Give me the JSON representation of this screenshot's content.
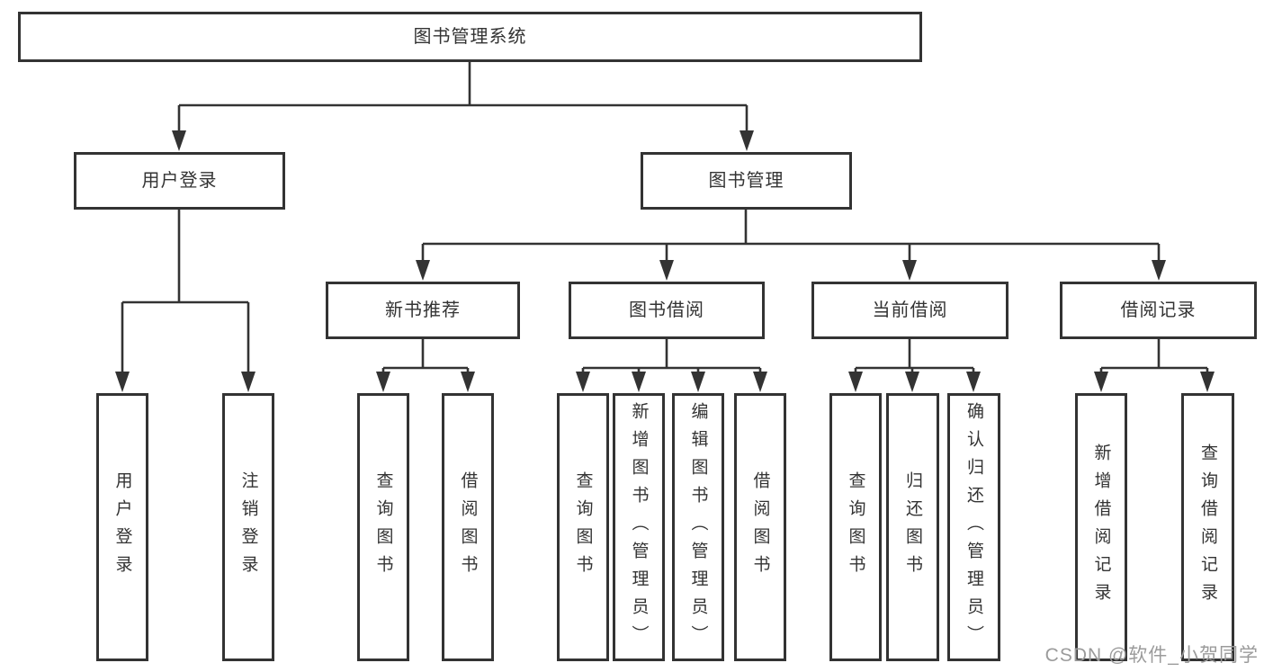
{
  "diagram": {
    "title": "图书管理系统",
    "watermark": "CSDN @软件_小贺同学",
    "colors": {
      "line": "#333333",
      "text": "#333333",
      "background": "#ffffff",
      "watermark": "#9b9b9b"
    },
    "nodes": {
      "root": {
        "label": "图书管理系统"
      },
      "user_login_menu": {
        "label": "用户登录"
      },
      "book_management": {
        "label": "图书管理"
      },
      "new_book_recommend": {
        "label": "新书推荐"
      },
      "book_borrowing": {
        "label": "图书借阅"
      },
      "current_borrowing": {
        "label": "当前借阅"
      },
      "borrowing_records": {
        "label": "借阅记录"
      },
      "user_login": {
        "label": "用户登录"
      },
      "logout_login": {
        "label": "注销登录"
      },
      "query_books_recommend": {
        "label": "查询图书"
      },
      "borrow_books_recommend": {
        "label": "借阅图书"
      },
      "query_books_borrowing": {
        "label": "查询图书"
      },
      "add_books_admin": {
        "label": "新增图书（管理员）"
      },
      "edit_books_admin": {
        "label": "编辑图书（管理员）"
      },
      "borrow_books_borrowing": {
        "label": "借阅图书"
      },
      "query_books_current": {
        "label": "查询图书"
      },
      "return_books": {
        "label": "归还图书"
      },
      "confirm_return_admin": {
        "label": "确认归还（管理员）"
      },
      "add_borrow_record": {
        "label": "新增借阅记录"
      },
      "query_borrow_record": {
        "label": "查询借阅记录"
      }
    },
    "hierarchy": [
      {
        "parent": "图书管理系统",
        "children": [
          "用户登录",
          "图书管理"
        ]
      },
      {
        "parent": "用户登录",
        "children": [
          "用户登录",
          "注销登录"
        ]
      },
      {
        "parent": "图书管理",
        "children": [
          "新书推荐",
          "图书借阅",
          "当前借阅",
          "借阅记录"
        ]
      },
      {
        "parent": "新书推荐",
        "children": [
          "查询图书",
          "借阅图书"
        ]
      },
      {
        "parent": "图书借阅",
        "children": [
          "查询图书",
          "新增图书（管理员）",
          "编辑图书（管理员）",
          "借阅图书"
        ]
      },
      {
        "parent": "当前借阅",
        "children": [
          "查询图书",
          "归还图书",
          "确认归还（管理员）"
        ]
      },
      {
        "parent": "借阅记录",
        "children": [
          "新增借阅记录",
          "查询借阅记录"
        ]
      }
    ]
  }
}
